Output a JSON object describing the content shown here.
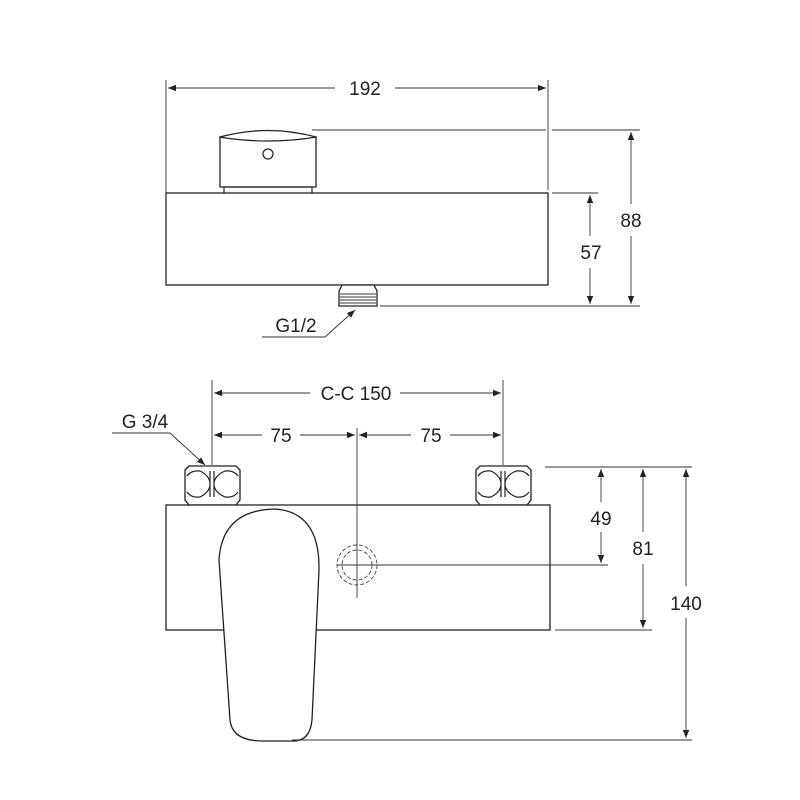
{
  "top_view": {
    "width_label": "192",
    "height_total_label": "88",
    "height_body_label": "57",
    "outlet_thread_label": "G1/2"
  },
  "front_view": {
    "center_distance_label": "C-C 150",
    "half_left_label": "75",
    "half_right_label": "75",
    "inlet_thread_label": "G 3/4",
    "outlet_height_label": "49",
    "body_height_label": "81",
    "total_height_label": "140"
  }
}
